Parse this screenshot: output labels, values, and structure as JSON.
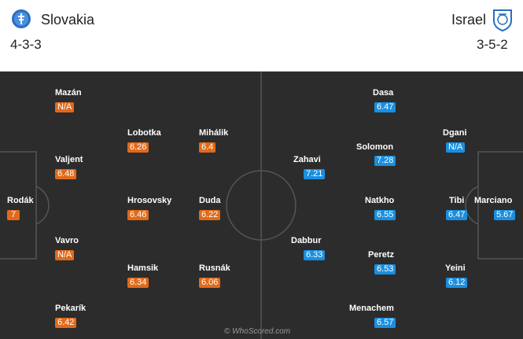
{
  "home": {
    "name": "Slovakia",
    "formation": "4-3-3",
    "crest_icon": "slovakia-crest-icon",
    "color": "#e06a1b",
    "players": [
      {
        "name": "Mazán",
        "rating": "N/A"
      },
      {
        "name": "Lobotka",
        "rating": "6.26"
      },
      {
        "name": "Mihálik",
        "rating": "6.4"
      },
      {
        "name": "Valjent",
        "rating": "6.48"
      },
      {
        "name": "Rodák",
        "rating": "7"
      },
      {
        "name": "Hrosovsky",
        "rating": "6.46"
      },
      {
        "name": "Duda",
        "rating": "6.22"
      },
      {
        "name": "Vavro",
        "rating": "N/A"
      },
      {
        "name": "Hamsik",
        "rating": "6.34"
      },
      {
        "name": "Rusnák",
        "rating": "6.06"
      },
      {
        "name": "Pekarík",
        "rating": "6.42"
      }
    ]
  },
  "away": {
    "name": "Israel",
    "formation": "3-5-2",
    "crest_icon": "israel-crest-icon",
    "color": "#1a8fe0",
    "players": [
      {
        "name": "Dasa",
        "rating": "6.47"
      },
      {
        "name": "Dgani",
        "rating": "N/A"
      },
      {
        "name": "Zahavi",
        "rating": "7.21"
      },
      {
        "name": "Solomon",
        "rating": "7.28"
      },
      {
        "name": "Natkho",
        "rating": "6.55"
      },
      {
        "name": "Tibi",
        "rating": "6.47"
      },
      {
        "name": "Marciano",
        "rating": "5.67"
      },
      {
        "name": "Dabbur",
        "rating": "6.33"
      },
      {
        "name": "Peretz",
        "rating": "6.53"
      },
      {
        "name": "Yeini",
        "rating": "6.12"
      },
      {
        "name": "Menachem",
        "rating": "6.57"
      }
    ]
  },
  "watermark": "© WhoScored.com"
}
